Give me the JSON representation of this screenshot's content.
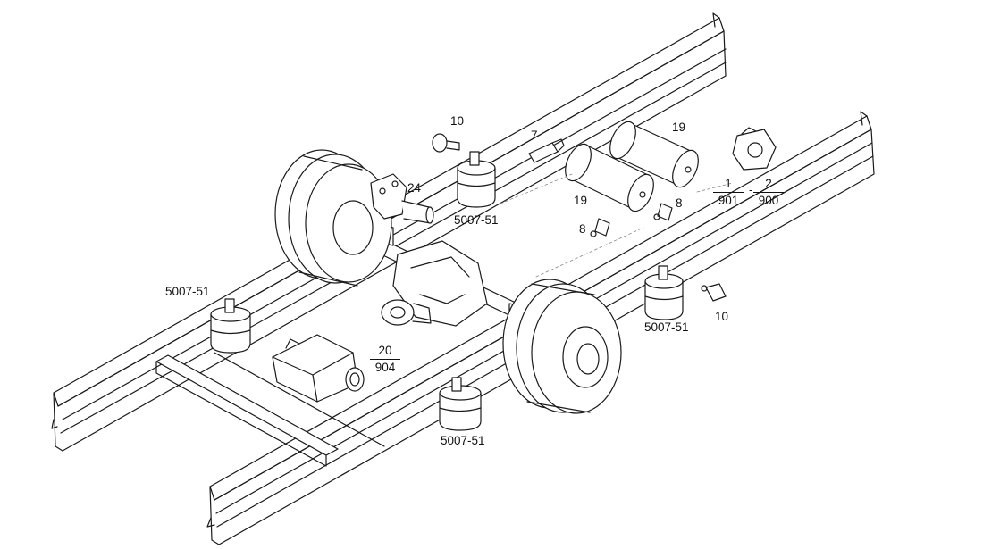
{
  "labels": {
    "p10a": "10",
    "p7": "7",
    "p19a": "19",
    "p19b": "19",
    "p24": "24",
    "p5007_top": "5007-51",
    "p8a": "8",
    "p8b": "8",
    "p5007_left": "5007-51",
    "p5007_right": "5007-51",
    "p10b": "10",
    "p5007_bottom": "5007-51"
  },
  "fractions": {
    "f1": {
      "num": "1",
      "den": "901"
    },
    "f2": {
      "num": "2",
      "den": "900"
    },
    "f20": {
      "num": "20",
      "den": "904"
    }
  },
  "separator": "-",
  "colors": {
    "line": "#1a1a1a",
    "fill": "#ffffff"
  }
}
